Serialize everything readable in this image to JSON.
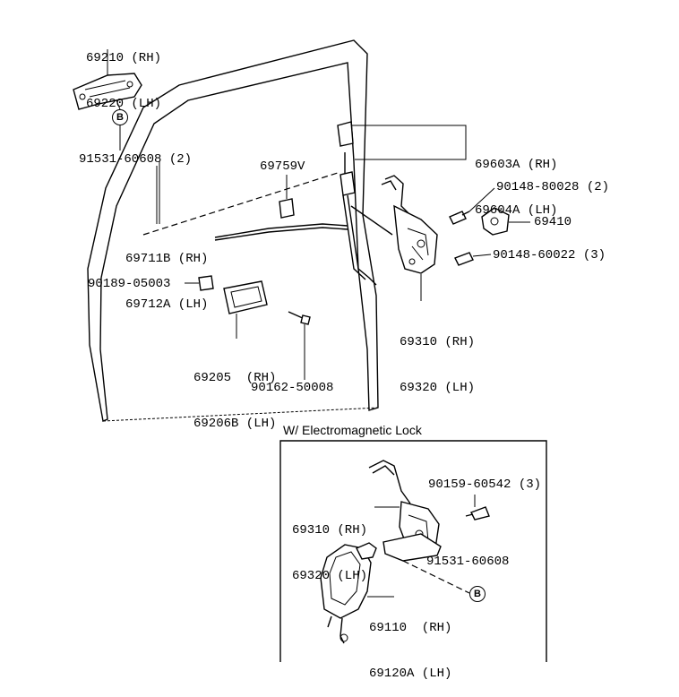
{
  "section": {
    "title": "W/ Electromagnetic Lock"
  },
  "parts": {
    "handle_outer": [
      "69210 (RH)",
      "69220 (LH)"
    ],
    "screw_91531_top": "91531-60608 (2)",
    "protector": [
      "69603A (RH)",
      "69604A (LH)"
    ],
    "clip_69759": "69759V",
    "rods": [
      "69711B (RH)",
      "69712A (LH)"
    ],
    "screw_90148_a": "90148-80028 (2)",
    "striker": "69410",
    "screw_90148_b": "90148-60022 (3)",
    "lock_upper": [
      "69310 (RH)",
      "69320 (LH)"
    ],
    "clip_90189": "90189-05003",
    "inside_handle": [
      "69205  (RH)",
      "69206B (LH)"
    ],
    "screw_90162": "90162-50008",
    "lock_lower": [
      "69310 (RH)",
      "69320 (LH)"
    ],
    "screw_90159": "90159-60542 (3)",
    "screw_91531_bottom": "91531-60608",
    "actuator": [
      "69110  (RH)",
      "69120A (LH)"
    ]
  },
  "markers": {
    "b_top": "B",
    "b_bottom": "B"
  }
}
